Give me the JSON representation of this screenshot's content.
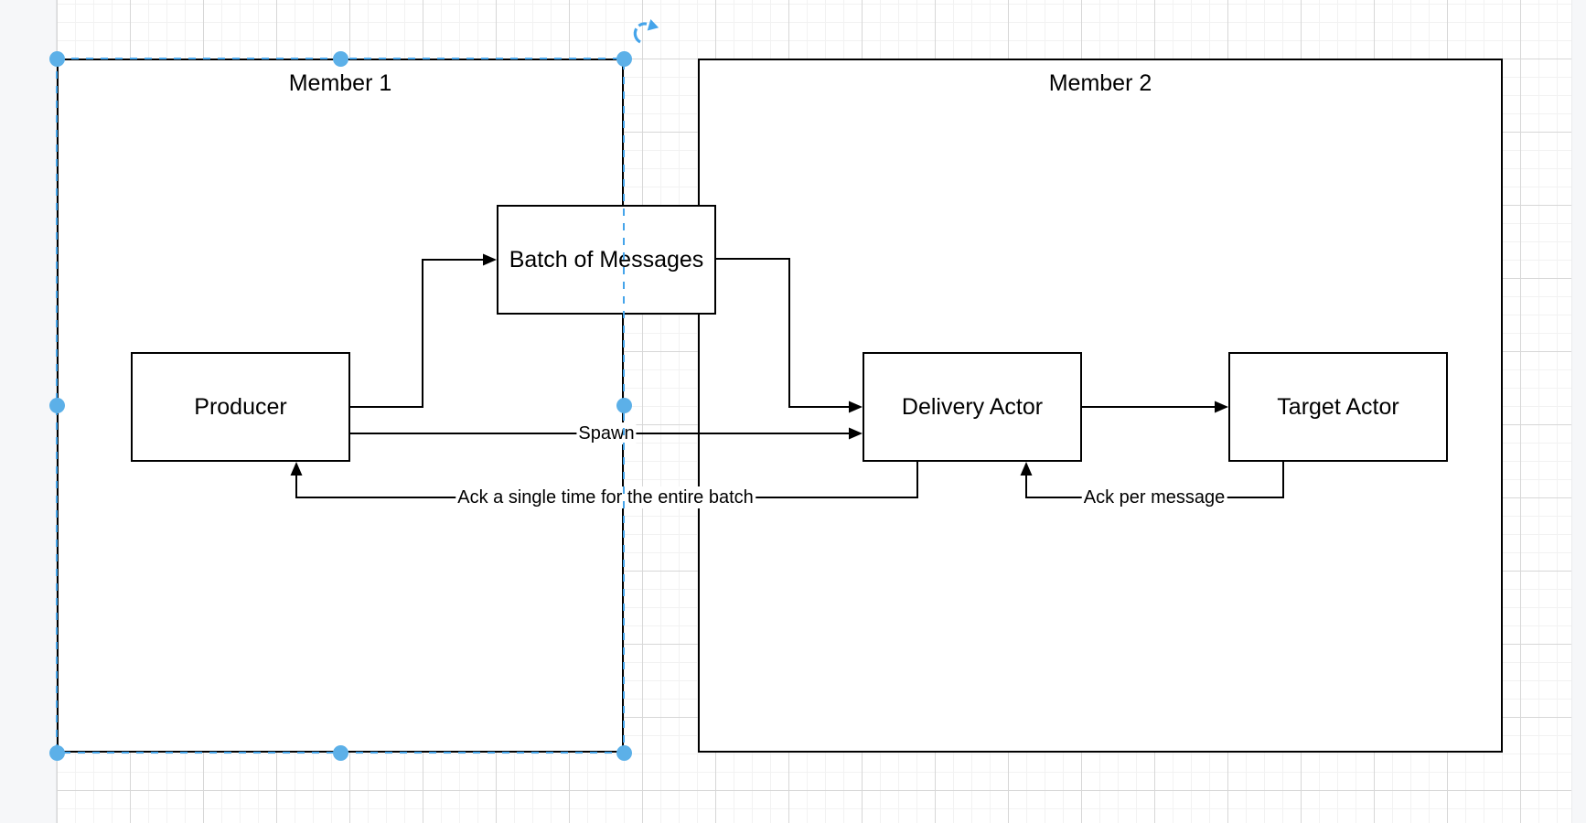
{
  "canvas": {
    "page_background": "#ffffff",
    "offpage_background": "#f6f7f9",
    "grid_minor_color": "#f2f2f2",
    "grid_major_color": "#d7d7d7",
    "shape_fill": "#ffffff",
    "shape_stroke": "#000000"
  },
  "selection": {
    "selected_shape": "Member 1",
    "outline_color": "#45A4EA",
    "handle_color": "#5CB0E8",
    "handle_count": 8
  },
  "diagram": {
    "containers": {
      "member1": {
        "label": "Member 1"
      },
      "member2": {
        "label": "Member 2"
      }
    },
    "nodes": {
      "producer": {
        "label": "Producer"
      },
      "batch": {
        "label": "Batch of Messages"
      },
      "delivery": {
        "label": "Delivery Actor"
      },
      "target": {
        "label": "Target Actor"
      }
    },
    "edge_labels": {
      "spawn": "Spawn",
      "ack_batch": "Ack a single time for the entire batch",
      "ack_message": "Ack per message"
    }
  }
}
